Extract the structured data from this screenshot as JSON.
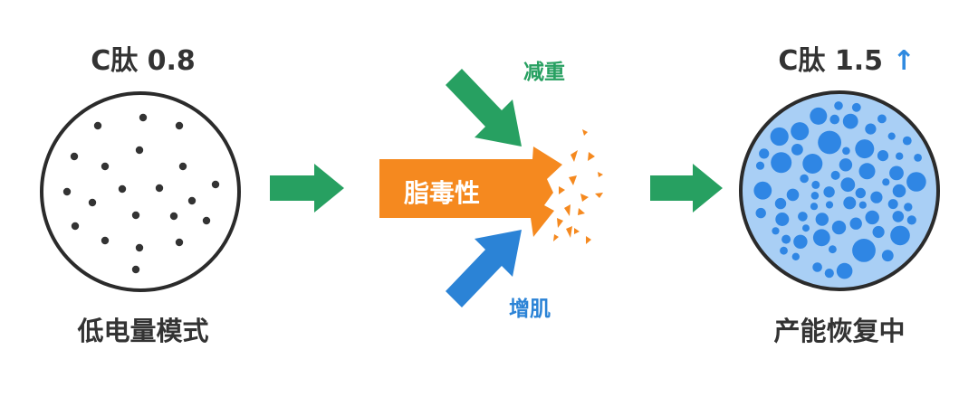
{
  "left": {
    "title": "C肽 0.8",
    "caption": "低电量模式"
  },
  "middle": {
    "center_label": "脂毒性",
    "top_label": "减重",
    "bottom_label": "增肌"
  },
  "right": {
    "title": "C肽 1.5",
    "title_arrow": "↑",
    "caption": "产能恢复中"
  },
  "colors": {
    "green": "#27a061",
    "orange": "#f5891f",
    "blue": "#2b83d6",
    "text": "#333333",
    "cell_fill": "#a9cff5",
    "cell_dots": "#2f86e4"
  },
  "icons": [
    "sparse-dots-circle",
    "arrow-right",
    "orange-arrow-shatter",
    "dense-blue-dots-circle"
  ]
}
